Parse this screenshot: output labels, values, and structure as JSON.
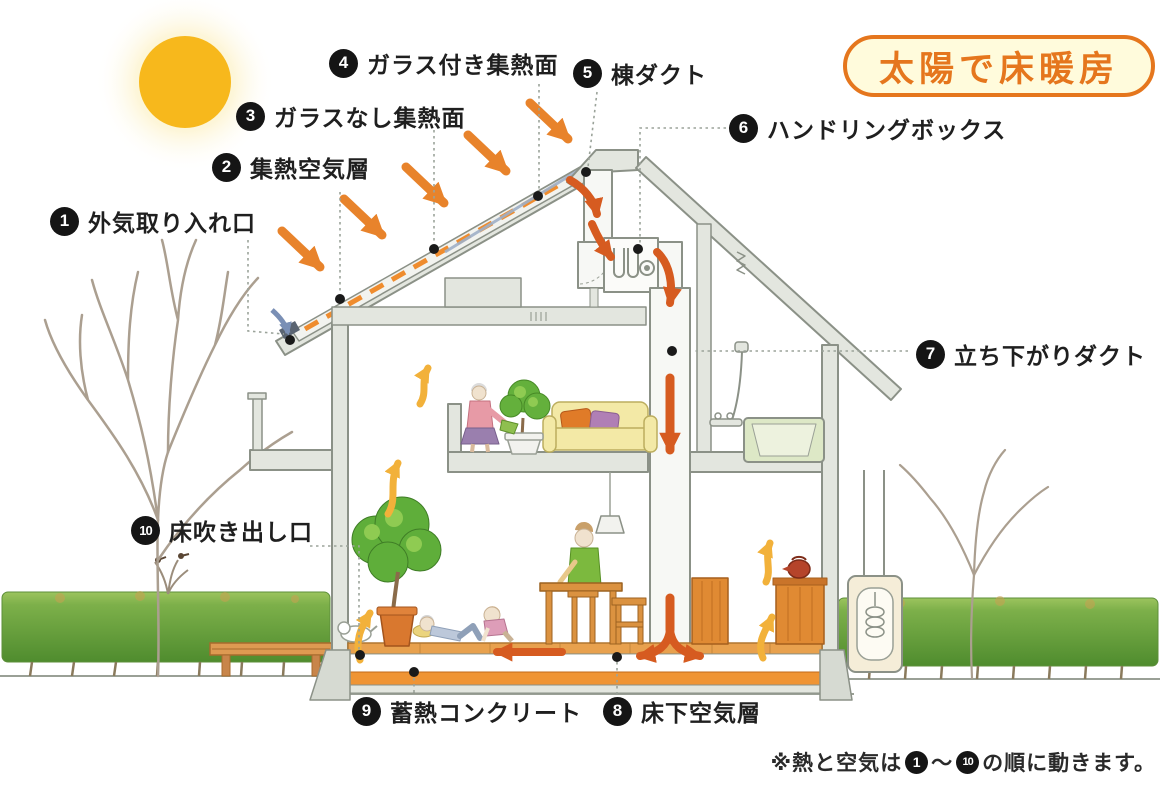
{
  "title_badge": {
    "text": "太陽で床暖房"
  },
  "callouts": [
    {
      "num": "1",
      "label": "外気取り入れ口"
    },
    {
      "num": "2",
      "label": "集熱空気層"
    },
    {
      "num": "3",
      "label": "ガラスなし集熱面"
    },
    {
      "num": "4",
      "label": "ガラス付き集熱面"
    },
    {
      "num": "5",
      "label": "棟ダクト"
    },
    {
      "num": "6",
      "label": "ハンドリングボックス"
    },
    {
      "num": "7",
      "label": "立ち下がりダクト"
    },
    {
      "num": "8",
      "label": "床下空気層"
    },
    {
      "num": "9",
      "label": "蓄熱コンクリート"
    },
    {
      "num": "10",
      "label": "床吹き出し口"
    }
  ],
  "footnote": {
    "prefix": "※熱と空気は",
    "from_num": "1",
    "tilde": "〜",
    "to_num": "10",
    "suffix": "の順に動きます。"
  },
  "colors": {
    "badge_text": "#E5761D",
    "badge_bg": "#FFFBDC",
    "sun": "#F7B81C",
    "sun_ray_orange": "#E8832B",
    "heat_flow_red": "#D65B20",
    "warm_air_yellow": "#F2B13A",
    "collector_strip_orange": "#EF8C2E",
    "concrete_orange": "#EF9434",
    "hedge_green": "#6AA53F",
    "number_badge": "#151515"
  }
}
